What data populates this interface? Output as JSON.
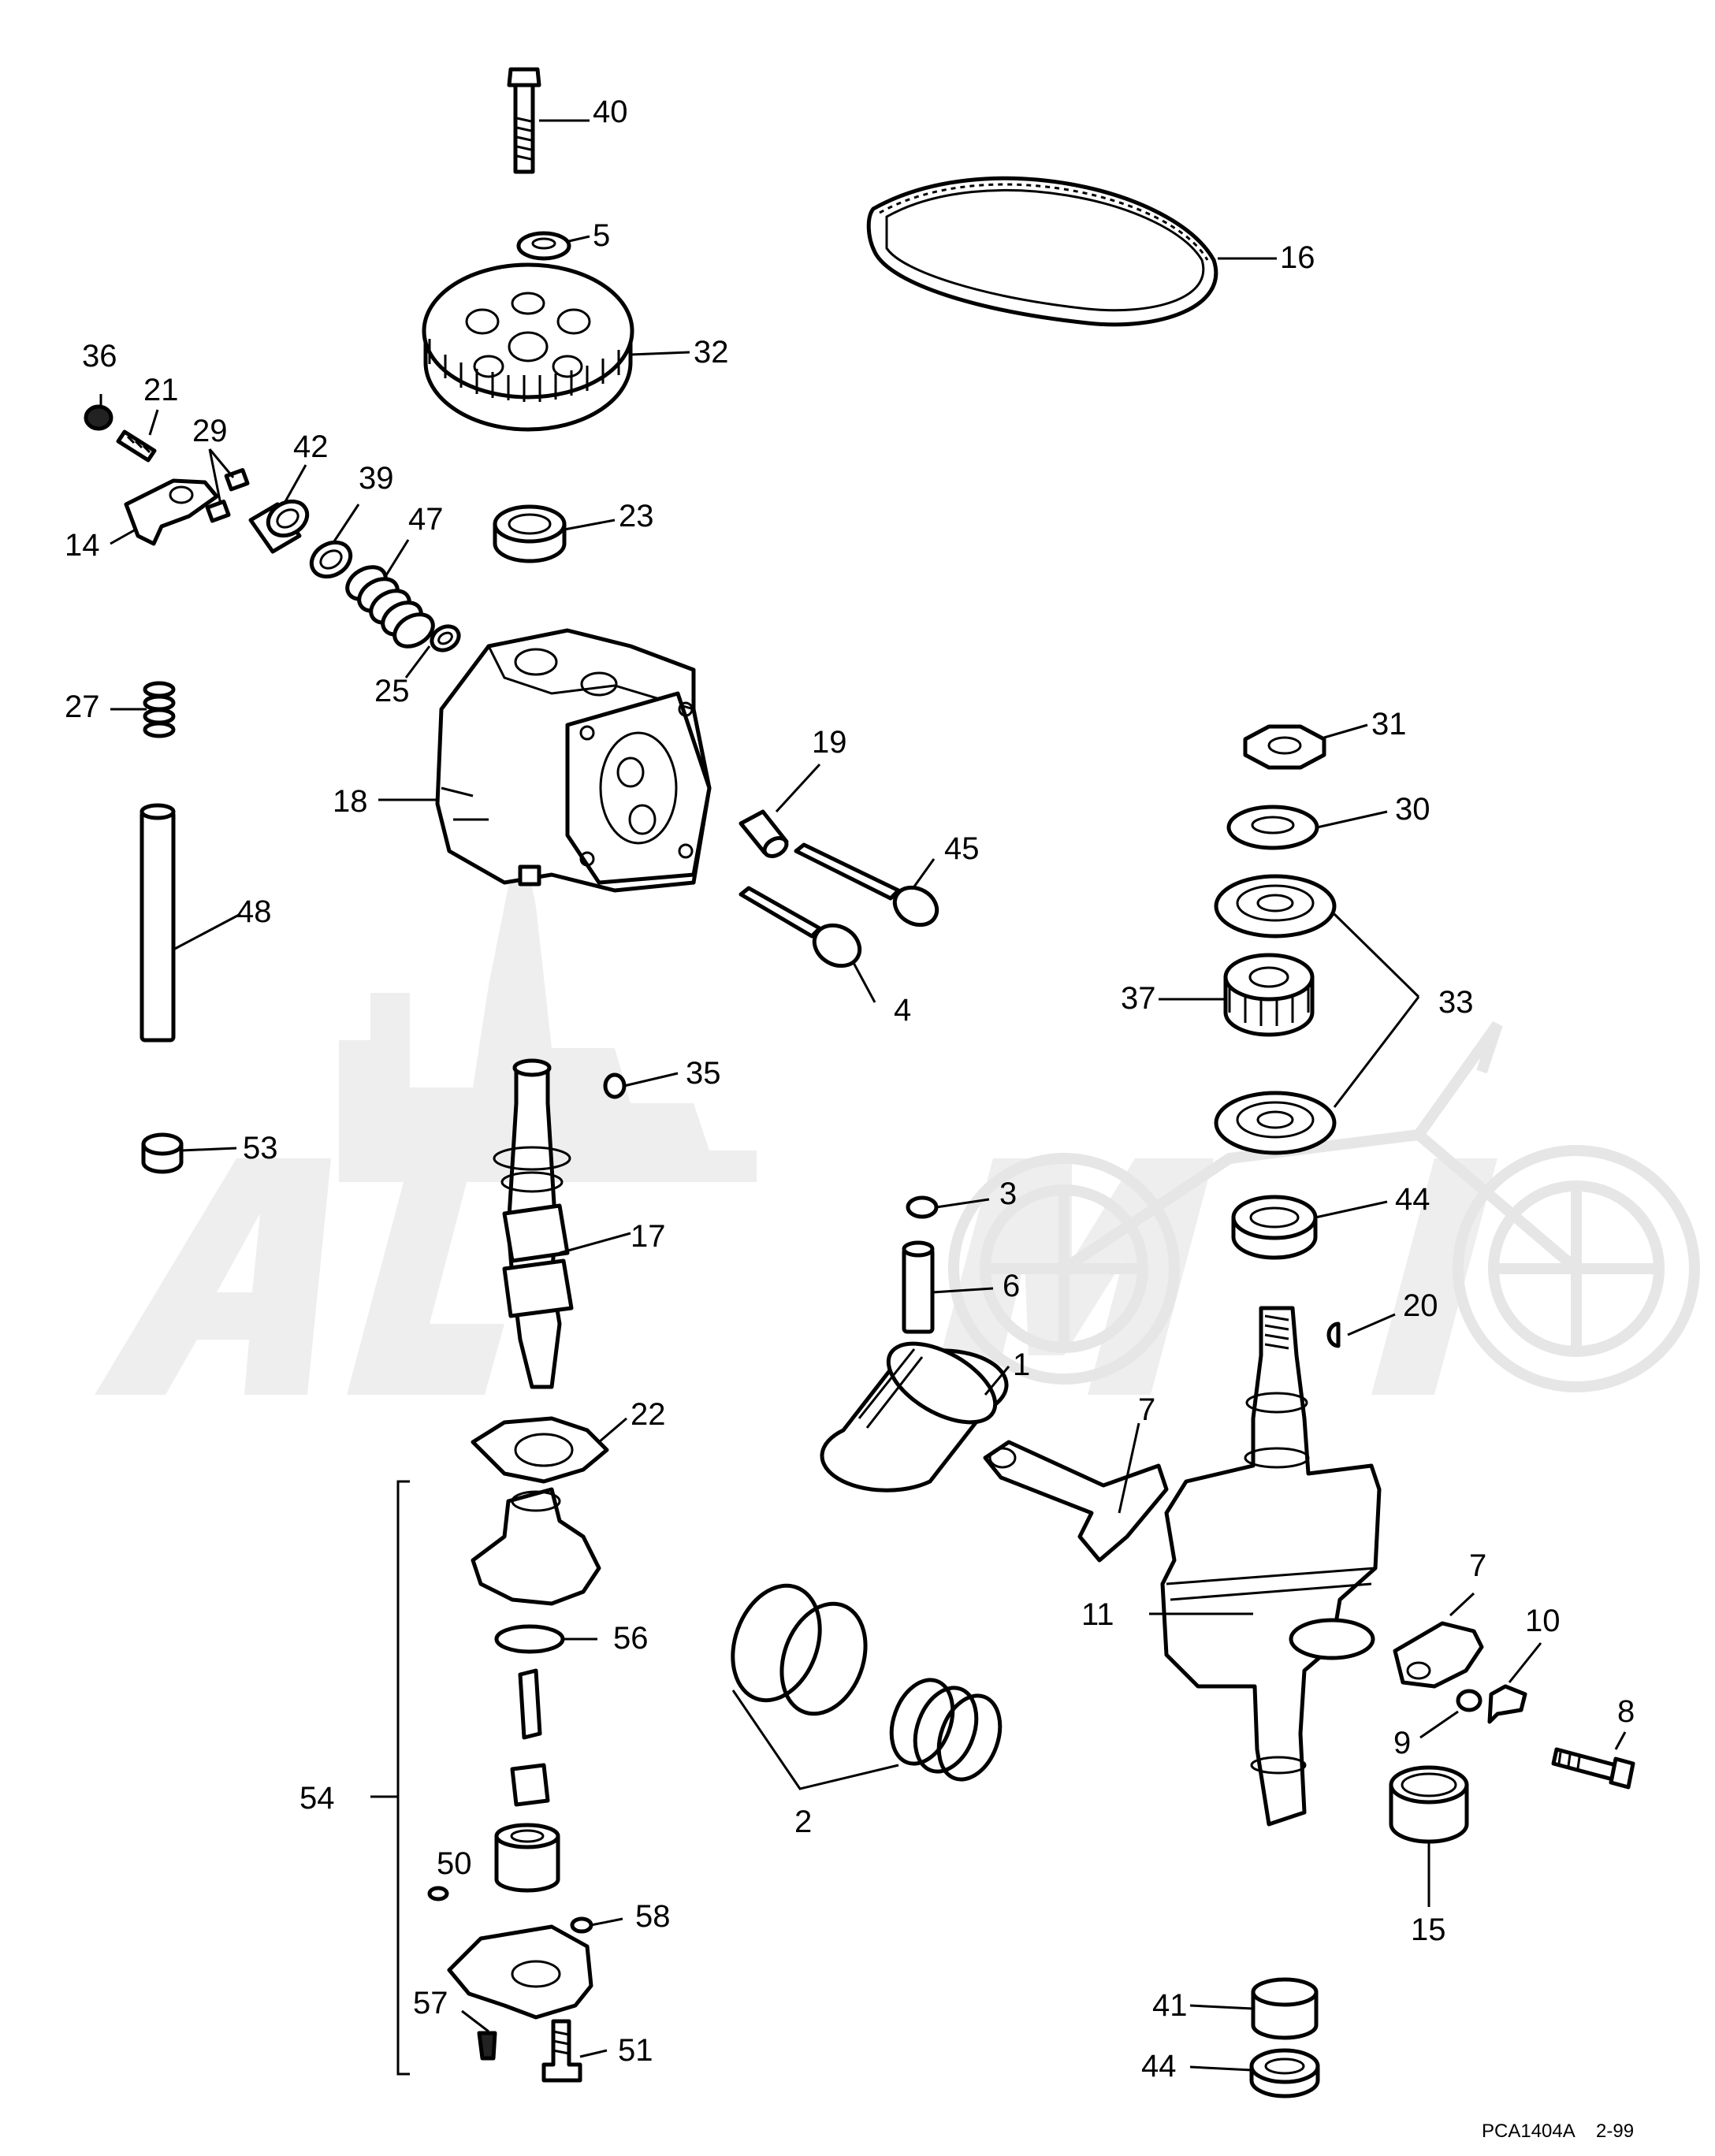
{
  "labels": {
    "p1": "1",
    "p2": "2",
    "p3": "3",
    "p4": "4",
    "p5": "5",
    "p6": "6",
    "p7a": "7",
    "p7b": "7",
    "p8": "8",
    "p9": "9",
    "p10": "10",
    "p11": "11",
    "p14": "14",
    "p15": "15",
    "p16": "16",
    "p17": "17",
    "p18": "18",
    "p19": "19",
    "p20": "20",
    "p21": "21",
    "p22": "22",
    "p23": "23",
    "p25": "25",
    "p27": "27",
    "p29": "29",
    "p30": "30",
    "p31": "31",
    "p32": "32",
    "p33": "33",
    "p35": "35",
    "p36": "36",
    "p37": "37",
    "p39": "39",
    "p40": "40",
    "p41": "41",
    "p42": "42",
    "p44a": "44",
    "p44b": "44",
    "p45": "45",
    "p47": "47",
    "p48": "48",
    "p50": "50",
    "p51": "51",
    "p53": "53",
    "p54": "54",
    "p56": "56",
    "p57": "57",
    "p58": "58"
  },
  "footer": {
    "drawing_code": "PCA1404A",
    "date": "2-99"
  },
  "watermark": {
    "text": "AeliMoto"
  }
}
